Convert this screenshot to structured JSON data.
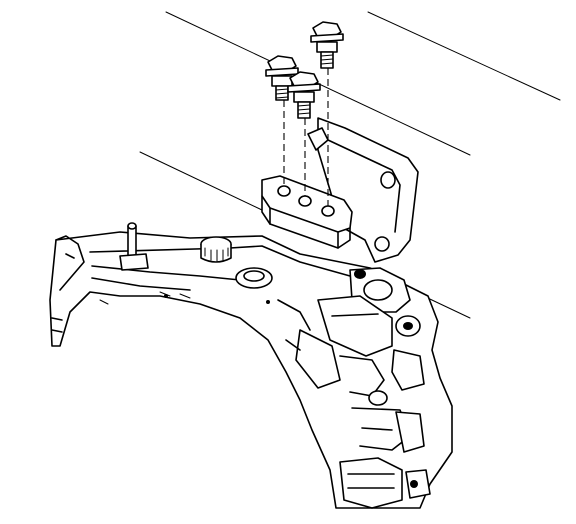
{
  "figure": {
    "description_visible_text": "",
    "colors": {
      "line": "#000000",
      "background": "#ffffff"
    },
    "parts": [
      {
        "id": "bolt-rear",
        "icon": "hex-flange-bolt-icon"
      },
      {
        "id": "bolt-center",
        "icon": "hex-flange-bolt-icon"
      },
      {
        "id": "bolt-front",
        "icon": "hex-flange-bolt-icon"
      },
      {
        "id": "mount-bracket",
        "icon": "bracket-icon"
      },
      {
        "id": "engine-block",
        "icon": "engine-block-icon"
      }
    ]
  }
}
